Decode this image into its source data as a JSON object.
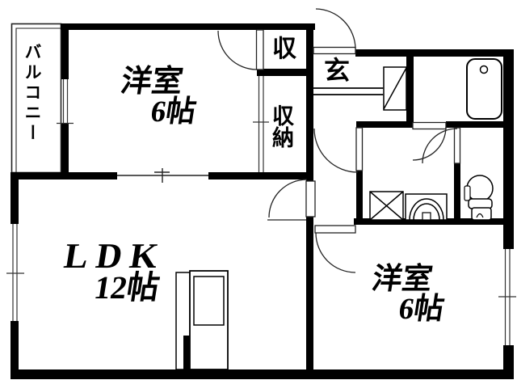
{
  "labels": {
    "balcony": "バルコニー",
    "room1_name": "洋室",
    "room1_size": "6帖",
    "closet_upper": "収",
    "closet_lower": "収納",
    "entrance": "玄",
    "ldk_name": "LDK",
    "ldk_size": "12帖",
    "room2_name": "洋室",
    "room2_size": "6帖"
  },
  "fixtures": [
    "bathtub",
    "shoe-cabinet",
    "entrance-step",
    "washing-machine-pan",
    "washbasin",
    "toilet",
    "kitchen-counter"
  ],
  "colors": {
    "wall": "#000000",
    "background": "#ffffff",
    "thin_line": "#333333"
  }
}
